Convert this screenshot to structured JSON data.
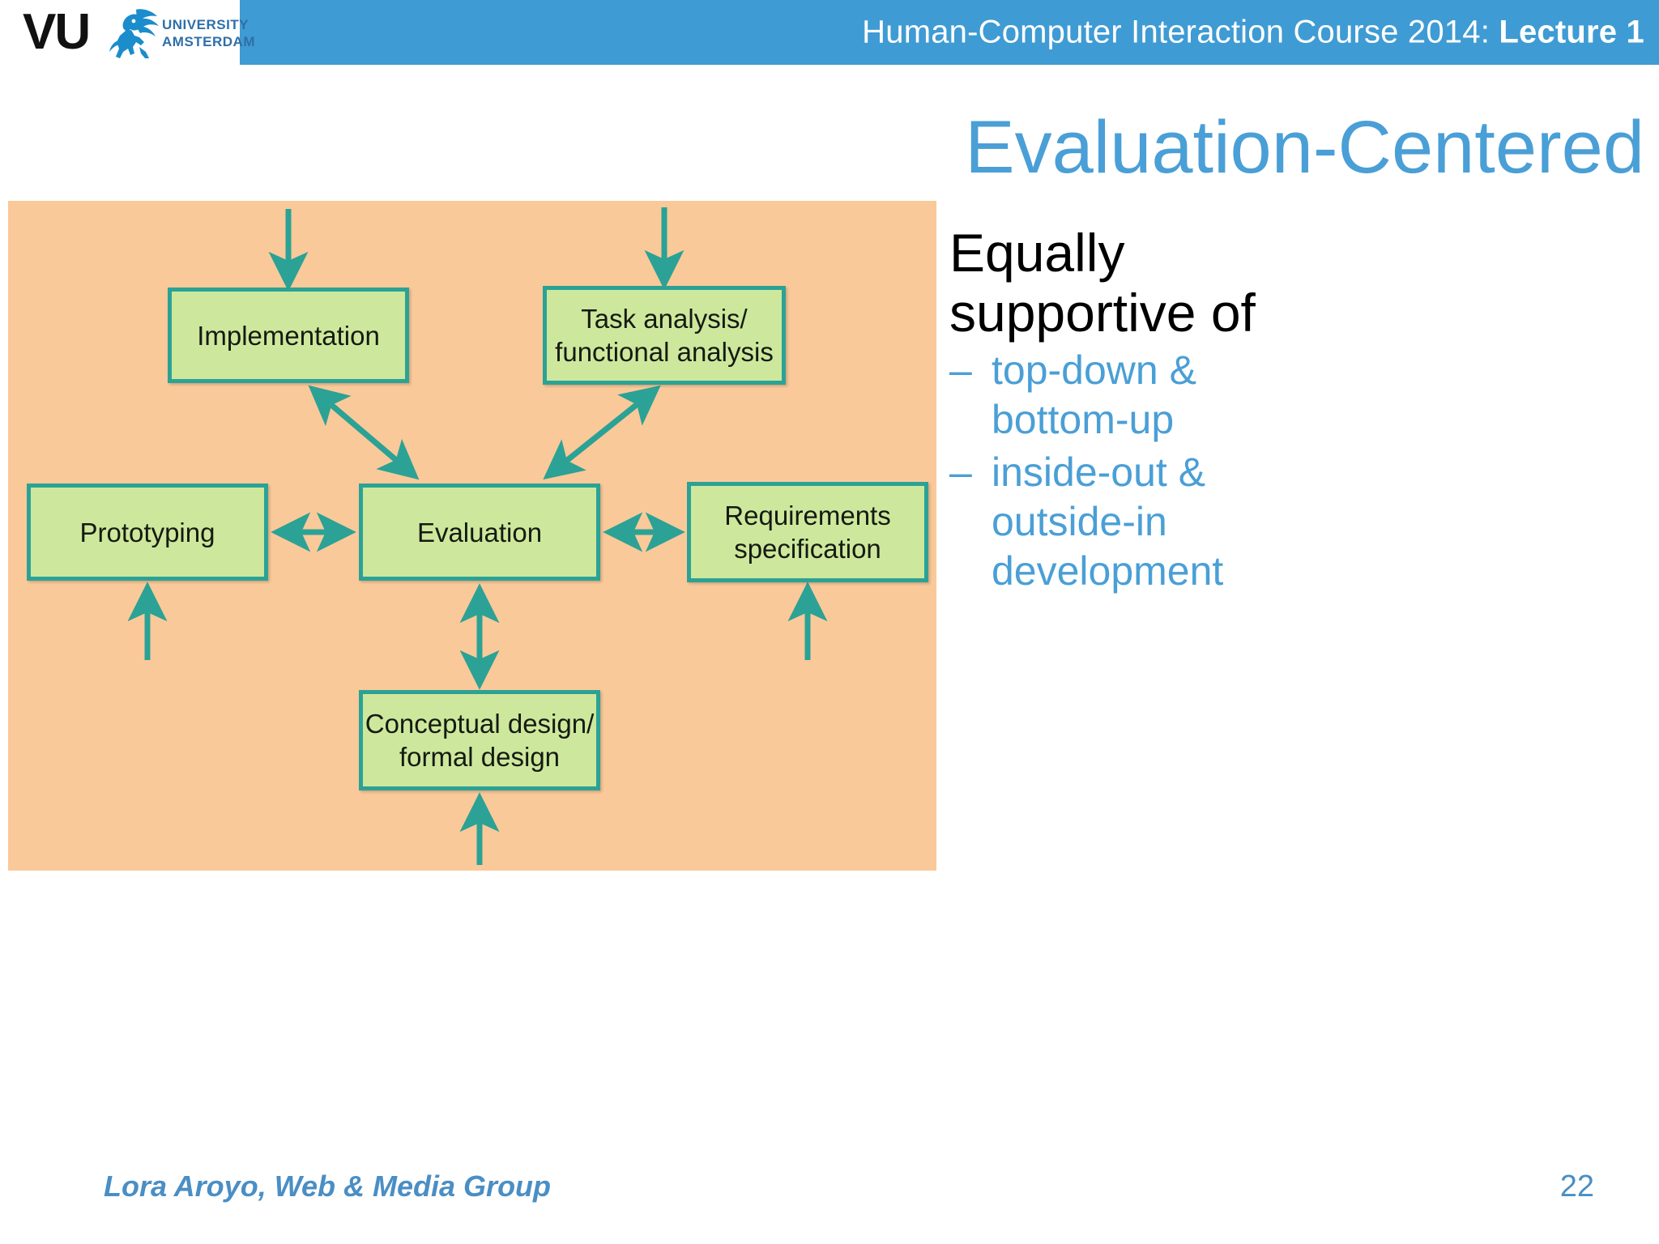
{
  "header": {
    "course_text": "Human-Computer Interaction Course 2014:",
    "lecture_text": "Lecture 1",
    "logo": {
      "wordmark": "VU",
      "line1": "UNIVERSITY",
      "line2": "AMSTERDAM"
    },
    "bar_color": "#3f9bd3"
  },
  "slide": {
    "title": "Evaluation-Centered"
  },
  "diagram": {
    "panel_color": "#fac999",
    "box_fill": "#cde89c",
    "box_border": "#2ba295",
    "arrow_color": "#2ba295",
    "nodes": [
      {
        "id": "implementation",
        "label": "Implementation"
      },
      {
        "id": "task-analysis",
        "label": "Task analysis/\nfunctional analysis",
        "line1": "Task analysis/",
        "line2": "functional analysis"
      },
      {
        "id": "prototyping",
        "label": "Prototyping"
      },
      {
        "id": "evaluation",
        "label": "Evaluation"
      },
      {
        "id": "requirements",
        "label": "Requirements\nspecification",
        "line1": "Requirements",
        "line2": "specification"
      },
      {
        "id": "conceptual-design",
        "label": "Conceptual design/\nformal design",
        "line1": "Conceptual design/",
        "line2": "formal design"
      }
    ]
  },
  "content": {
    "heading_line1": "Equally",
    "heading_line2": "supportive of",
    "heading_color": "#000000",
    "bullet_color": "#4a9fd6",
    "bullets": [
      {
        "dash": "–",
        "line1": "top-down &",
        "line2": "bottom-up"
      },
      {
        "dash": "–",
        "line1": "inside-out &",
        "line2": "outside-in",
        "line3": "development"
      }
    ]
  },
  "footer": {
    "author": "Lora Aroyo, Web & Media Group",
    "page_number": "22",
    "color": "#4a8ec4"
  }
}
